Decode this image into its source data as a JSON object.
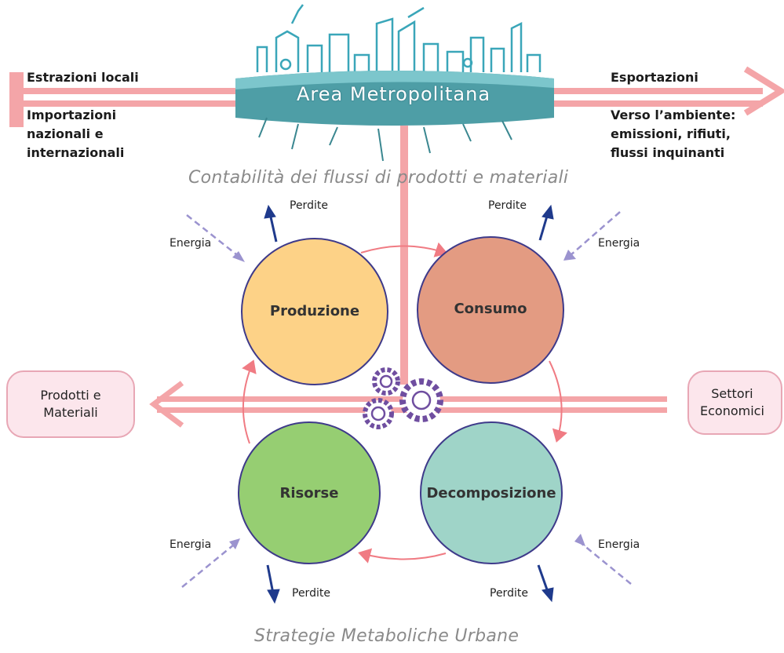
{
  "header": {
    "metro_title": "Area Metropolitana",
    "left_top": "Estrazioni locali",
    "left_bottom": [
      "Importazioni",
      "nazionali e",
      "internazionali"
    ],
    "right_top": "Esportazioni",
    "right_bottom": [
      "Verso l’ambiente:",
      "emissioni, rifiuti,",
      "flussi inquinanti"
    ],
    "caption": "Contabilità dei flussi di prodotti e materiali"
  },
  "cycle": {
    "produzione": "Produzione",
    "consumo": "Consumo",
    "risorse": "Risorse",
    "decomposizione": "Decomposizione"
  },
  "side_labels": {
    "energia": "Energia",
    "perdite": "Perdite"
  },
  "pills": {
    "left": [
      "Prodotti e",
      "Materiali"
    ],
    "right": [
      "Settori",
      "Economici"
    ]
  },
  "footer": {
    "caption": "Strategie Metaboliche Urbane"
  },
  "colors": {
    "produzione": "#fdd287",
    "consumo": "#e39b82",
    "risorse": "#96ce72",
    "decomposizione": "#9fd4c8",
    "flow_arrow": "#f4a5a8",
    "perdite_arrow": "#1f3a8c",
    "energia_arrow": "#9b93cf",
    "circle_border": "#3e3a8a",
    "gear": "#6f4ea0"
  },
  "icons": [
    "city-skyline-icon",
    "gear-icon"
  ]
}
